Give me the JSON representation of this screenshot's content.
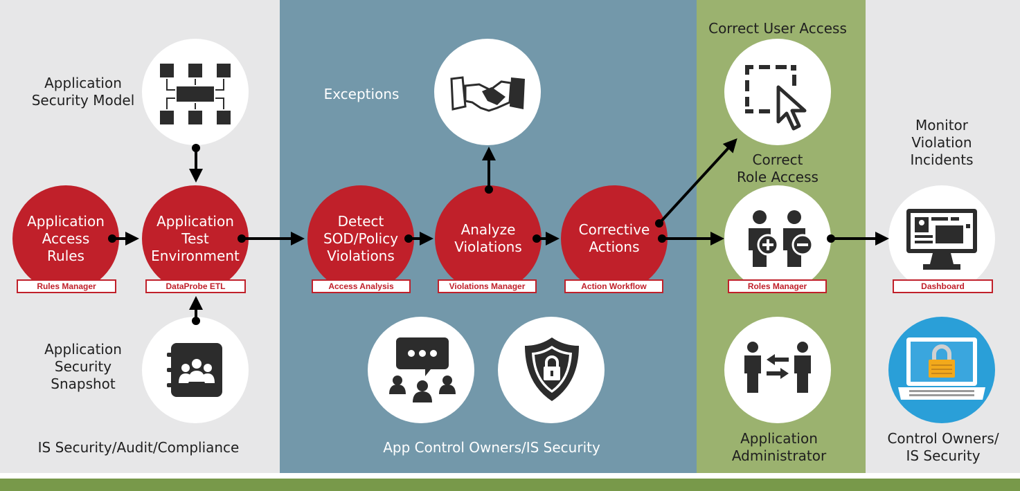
{
  "columns": [
    {
      "label": "IS Security/Audit/Compliance"
    },
    {
      "label": "App Control Owners/IS Security"
    },
    {
      "label": "Application\nAdministrator"
    },
    {
      "label": "Control Owners/\nIS Security"
    }
  ],
  "sources": {
    "security_model": "Application\nSecurity Model",
    "snapshot": "Application\nSecurity\nSnapshot",
    "exceptions": "Exceptions",
    "correct_user_access": "Correct User Access",
    "correct_role_access": "Correct\nRole Access",
    "monitor": "Monitor\nViolation\nIncidents"
  },
  "steps": [
    {
      "label": "Application\nAccess\nRules",
      "tool": "Rules Manager"
    },
    {
      "label": "Application\nTest\nEnvironment",
      "tool": "DataProbe ETL"
    },
    {
      "label": "Detect\nSOD/Policy\nViolations",
      "tool": "Access Analysis"
    },
    {
      "label": "Analyze\nViolations",
      "tool": "Violations Manager"
    },
    {
      "label": "Corrective\nActions",
      "tool": "Action Workflow"
    }
  ],
  "roles_tool": "Roles Manager",
  "dashboard_tool": "Dashboard",
  "colors": {
    "red": "#c0202a",
    "blue_band": "#7398aa",
    "green_band": "#9bb26f",
    "gray_band": "#e7e7e8",
    "icon": "#2c2c2c"
  },
  "icons": [
    "hierarchy-icon",
    "team-contacts-icon",
    "handshake-icon",
    "chat-users-icon",
    "shield-lock-icon",
    "selection-cursor-icon",
    "add-remove-user-icon",
    "user-exchange-icon",
    "dashboard-monitor-icon",
    "laptop-lock-icon"
  ]
}
